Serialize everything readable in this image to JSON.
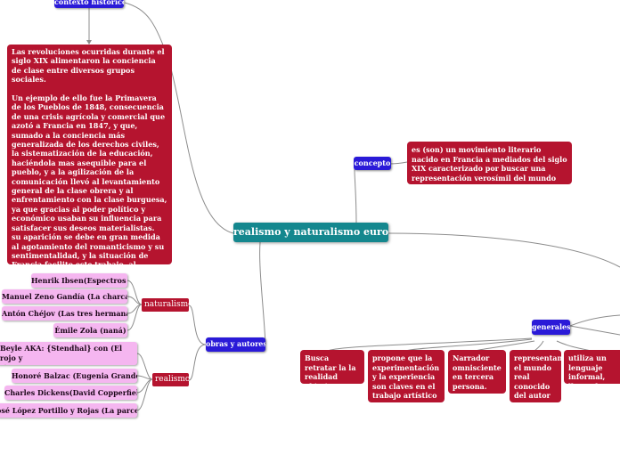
{
  "central": {
    "label": "realismo y naturalismo europeo"
  },
  "contexto": {
    "label": "contexto histórico",
    "paragraphs": [
      "Las revoluciones ocurridas durante el siglo XIX alimentaron la conciencia de clase entre diversos grupos sociales.",
      "Un ejemplo de ello fue la Primavera de los Pueblos de 1848,  consecuencia de una crisis agrícola y comercial que azotó a Francia en 1847, y que, sumado a la conciencia más generalizada de los derechos civiles, la sistematización de la educación, haciéndola mas asequible para el pueblo, y a la agilización de la comunicación llevó al levantamiento general de la clase obrera y al enfrentamiento con la clase burguesa, ya que gracias al poder político y económico usaban su influencia para satisfacer sus deseos materialistas.\nsu aparición se debe en gran medida al agotamiento del romanticismo y su sentimentalidad, y la situación de Francia facilito este trabajo, al romanticismo ser un movimiento superficial en Francia, facilitó la pronta aparición de otras estéticas."
    ]
  },
  "concepto": {
    "label": "concepto",
    "text": "es (son) un movimiento literario nacido en Francia a mediados del siglo XIX caracterizado por buscar una representación verosímil del mundo"
  },
  "obras": {
    "label": "obras y autores",
    "naturalismo": {
      "label": "naturalismo",
      "authors": [
        "Henrik Ibsen(Espectros )",
        "Manuel Zeno Gandía (La charca)",
        "Antón Chéjov (Las tres hermanas)",
        "Émile Zola (naná)"
      ]
    },
    "realismo": {
      "label": "realismo",
      "authors": [
        "Beyle  AKA: {Stendhal} con  (El rojo y\no)",
        "Honoré Balzac (Eugenia Grandet)",
        "Charles Dickens(David Copperfield)",
        "osé López Portillo y Rojas (La parcela)"
      ]
    }
  },
  "generales": {
    "label": "generales",
    "items": [
      "Busca retratar la la realidad objetivamente",
      "propone que la experimentación y la experiencia son claves en el trabajo artístico",
      "Narrador omnisciente en tercera persona.",
      "representan el mundo real conocido del autor",
      "utiliza un lenguaje informal, llegando a ser coloquial"
    ]
  },
  "colors": {
    "blue": "#2a1ad8",
    "red": "#b5142f",
    "teal": "#14878e",
    "pink": "#f5b6f0",
    "line": "#8a8a8a"
  }
}
